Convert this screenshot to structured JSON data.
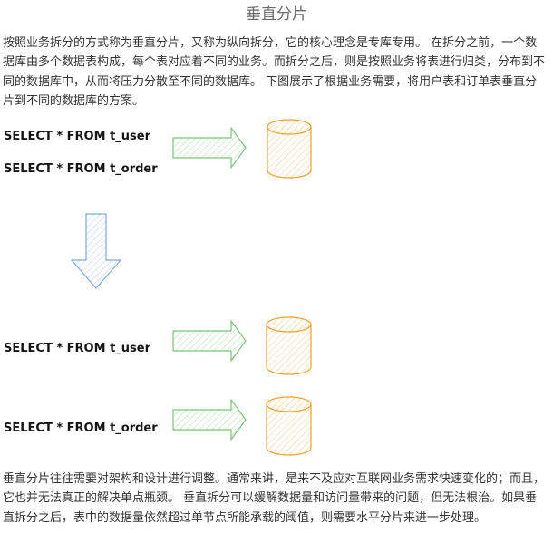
{
  "page": {
    "title": "垂直分片"
  },
  "intro": {
    "lines": [
      "按照业务拆分的方式称为垂直分片，又称为纵向拆分，它的核心理念是专库专用。 在拆分之前，一个数",
      "据库由多个数据表构成，每个表对应着不同的业务。而拆分之后，则是按照业务将表进行归类，分布到不",
      "同的数据库中，从而将压力分散至不同的数据库。 下图展示了根据业务需要，将用户表和订单表垂直分",
      "片到不同的数据库的方案。"
    ]
  },
  "diagram": {
    "before": {
      "queries": [
        "SELECT * FROM t_user",
        "SELECT * FROM t_order"
      ]
    },
    "after": {
      "queries": [
        "SELECT * FROM t_user",
        "SELECT * FROM t_order"
      ]
    },
    "colors": {
      "arrow_green": "#7cc47c",
      "arrow_green_hatch": "#b9e3b9",
      "arrow_blue": "#7fa9d9",
      "arrow_blue_hatch": "#c3d8f0",
      "database_orange": "#eea22a",
      "database_orange_hatch": "#f7d49a"
    },
    "icons": {
      "route_arrow": "arrow-right-icon",
      "transform_arrow": "arrow-down-icon",
      "database": "database-cylinder-icon"
    }
  },
  "conclusion": {
    "lines": [
      "垂直分片往往需要对架构和设计进行调整。通常来讲，是来不及应对互联网业务需求快速变化的；而且，",
      "它也并无法真正的解决单点瓶颈。 垂直拆分可以缓解数据量和访问量带来的问题，但无法根治。如果垂",
      "直拆分之后，表中的数据量依然超过单节点所能承载的阈值，则需要水平分片来进一步处理。"
    ]
  }
}
